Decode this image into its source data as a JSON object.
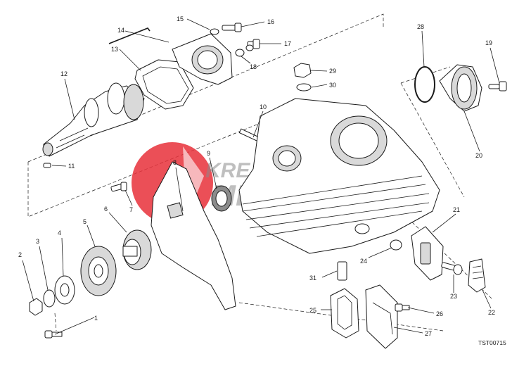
{
  "diagram": {
    "part_labels": [
      "1",
      "2",
      "3",
      "4",
      "5",
      "6",
      "7",
      "8",
      "9",
      "10",
      "11",
      "12",
      "13",
      "14",
      "15",
      "16",
      "17",
      "18",
      "19",
      "20",
      "21",
      "22",
      "23",
      "24",
      "25",
      "26",
      "27",
      "28",
      "29",
      "30",
      "31"
    ],
    "reference_code": "TST00715"
  },
  "watermark": {
    "line1": "KREJBICH",
    "line2": "MECCANICA",
    "accent_color": "#e8303a",
    "text_color": "#8a8a8a"
  }
}
